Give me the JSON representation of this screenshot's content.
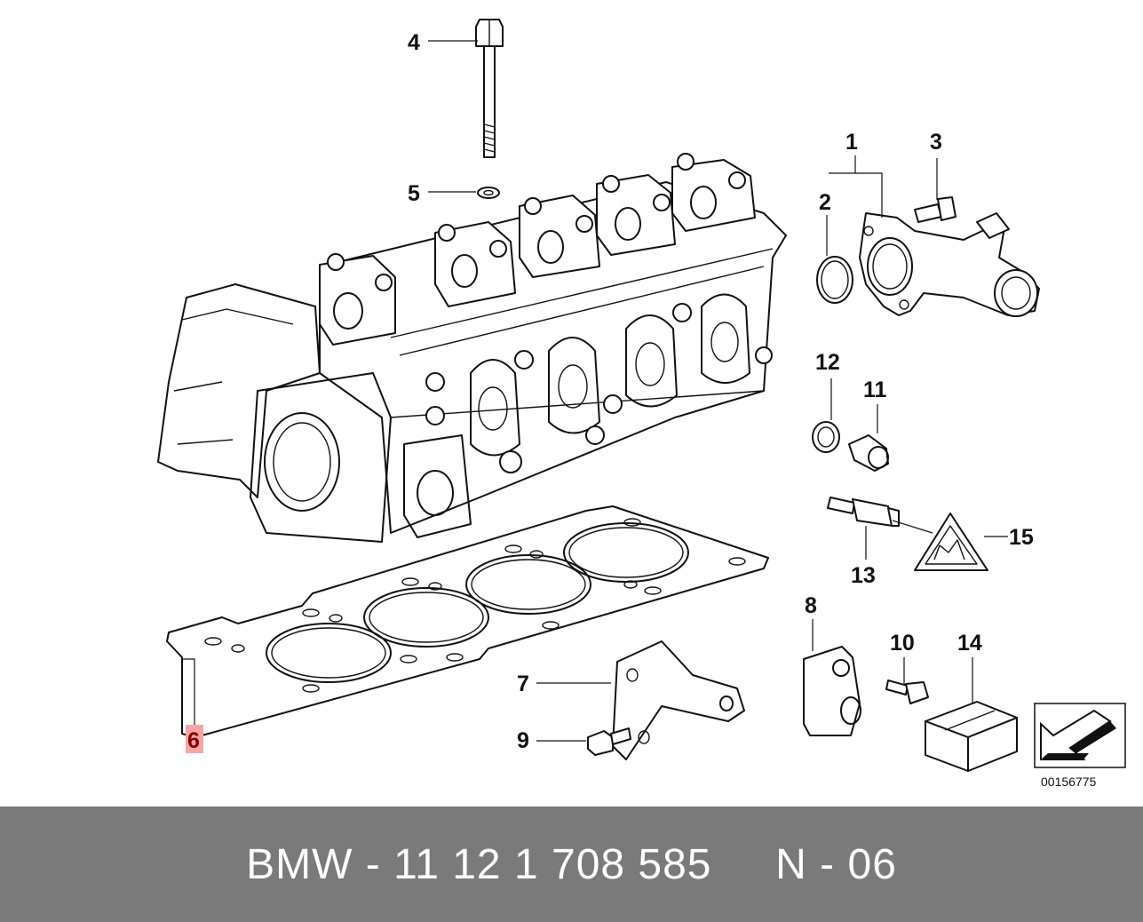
{
  "diagram": {
    "callouts": [
      {
        "id": "1",
        "text": "1"
      },
      {
        "id": "2",
        "text": "2"
      },
      {
        "id": "3",
        "text": "3"
      },
      {
        "id": "4",
        "text": "4"
      },
      {
        "id": "5",
        "text": "5"
      },
      {
        "id": "6",
        "text": "6",
        "highlighted": true
      },
      {
        "id": "7",
        "text": "7"
      },
      {
        "id": "8",
        "text": "8"
      },
      {
        "id": "9",
        "text": "9"
      },
      {
        "id": "10",
        "text": "10"
      },
      {
        "id": "11",
        "text": "11"
      },
      {
        "id": "12",
        "text": "12"
      },
      {
        "id": "13",
        "text": "13"
      },
      {
        "id": "14",
        "text": "14"
      },
      {
        "id": "15",
        "text": "15"
      }
    ],
    "image_id": "00156775",
    "highlight_color": "#f4a6a6"
  },
  "caption": {
    "text": "BMW - 11 12 1 708 585     N - 06",
    "bar_color": "#7a7a7a"
  }
}
